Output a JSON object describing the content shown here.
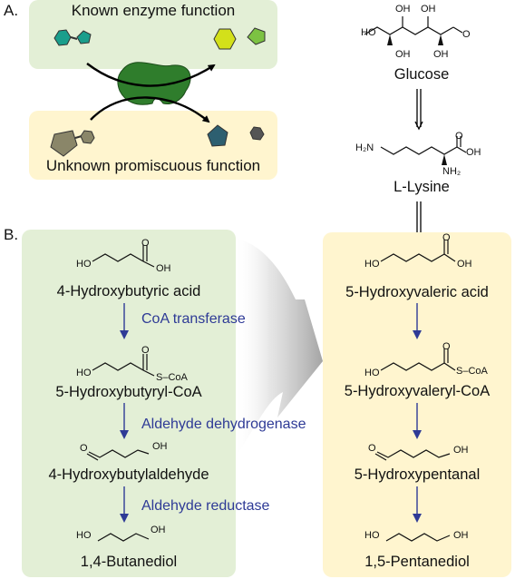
{
  "panel_a": {
    "label": "A.",
    "known_label": "Known enzyme function",
    "unknown_label": "Unknown promiscuous function",
    "pathway": [
      "Glucose",
      "L-Lysine"
    ]
  },
  "panel_b": {
    "label": "B.",
    "left_compounds": [
      "4-Hydroxybutyric acid",
      "5-Hydroxybutyryl-CoA",
      "4-Hydroxybutylaldehyde",
      "1,4-Butanediol"
    ],
    "right_compounds": [
      "5-Hydroxyvaleric acid",
      "5-Hydroxyvaleryl-CoA",
      "5-Hydroxypentanal",
      "1,5-Pentanediol"
    ],
    "enzymes": [
      "CoA transferase",
      "Aldehyde dehydrogenase",
      "Aldehyde reductase"
    ]
  },
  "atoms": {
    "oh": "OH",
    "ho": "HO",
    "o": "O",
    "scoa": "S–CoA",
    "h2n": "H₂N",
    "nh2": "NH₂"
  },
  "colors": {
    "green_box": "#e3efd6",
    "yellow_box": "#fff5cf",
    "enzyme_text": "#2e3a96",
    "teal": "#1a9e8c",
    "dark_green": "#2f7d2c",
    "yellow_green": "#d3e01a",
    "olive": "#8a8669",
    "dark_teal": "#2d5f70",
    "grey": "#555555"
  }
}
